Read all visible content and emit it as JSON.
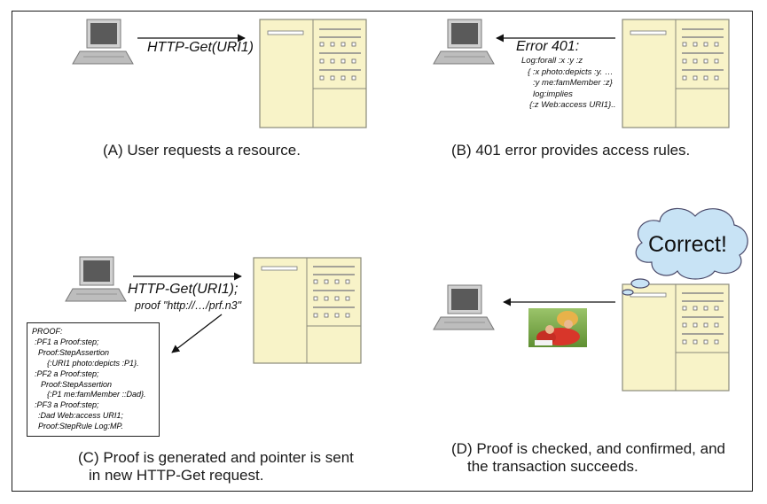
{
  "panel_a": {
    "request": "HTTP-Get(URI1)",
    "caption": "(A) User requests a resource."
  },
  "panel_b": {
    "error_title": "Error 401:",
    "rule_lines": [
      "Log:forall :x :y :z",
      "{ :x photo:depicts :y. …",
      ":y me:famMember :z}",
      "log:implies",
      "{:z Web:access URI1}.."
    ],
    "caption": "(B) 401 error provides access rules."
  },
  "panel_c": {
    "request": "HTTP-Get(URI1);",
    "proof_pointer": "proof \"http://…/prf.n3\"",
    "proof_lines": [
      "PROOF:",
      ":PF1 a Proof:step;",
      "Proof:StepAssertion",
      "{:URI1 photo:depicts :P1}.",
      ":PF2 a Proof:step;",
      "Proof:StepAssertion",
      "{:P1 me:famMember ::Dad}.",
      ":PF3 a Proof:step;",
      ":Dad Web:access URI1;",
      "Proof:StepRule Log:MP."
    ],
    "caption_line1": "(C) Proof is generated and pointer is sent",
    "caption_line2": "in new HTTP-Get request."
  },
  "panel_d": {
    "thought": "Correct!",
    "caption_line1": "(D) Proof is checked, and confirmed, and",
    "caption_line2": "the transaction succeeds."
  },
  "colors": {
    "server_fill": "#f8f3c8",
    "server_stroke": "#8a8a7a",
    "laptop_body": "#bdbdbd",
    "laptop_screen": "#5a5a5a",
    "cloud_fill": "#c8e3f5",
    "cloud_stroke": "#4a4a6a"
  }
}
